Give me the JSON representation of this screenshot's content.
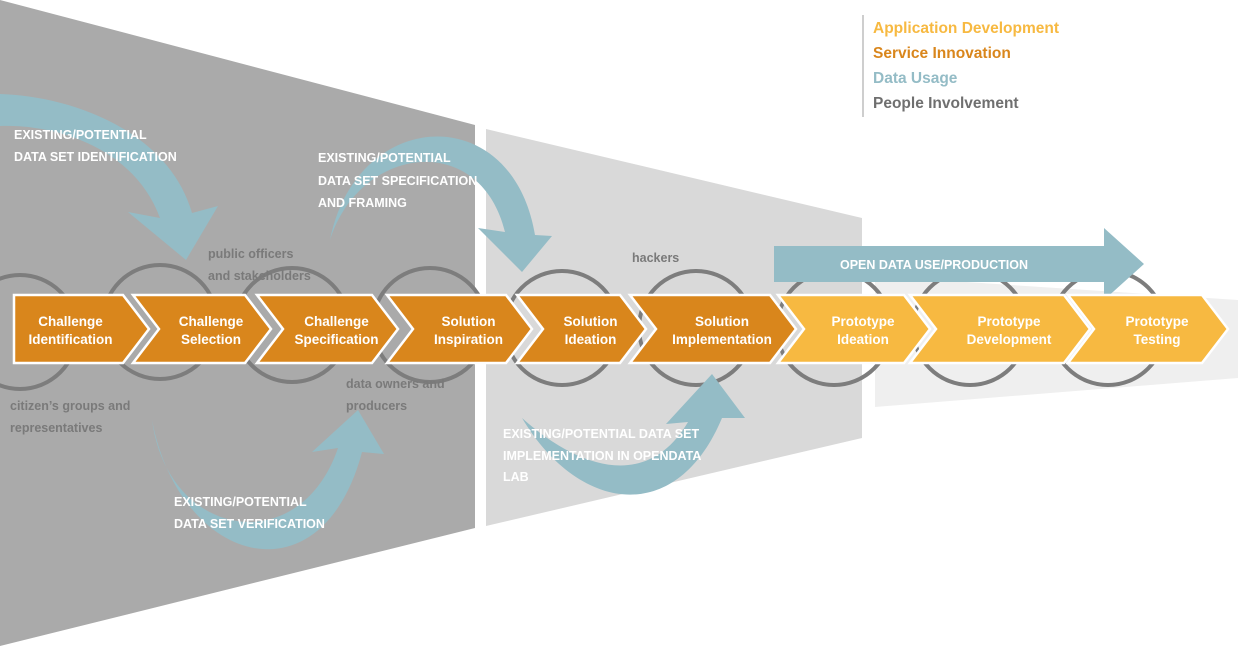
{
  "colors": {
    "app_dev": "#f7b941",
    "service": "#d9861c",
    "data": "#94bcc6",
    "people": "#6f6f6f",
    "funnel_dark": "#aaaaaa",
    "funnel_mid": "#d9d9d9",
    "funnel_light": "#efefef",
    "ring": "#7d7d7d"
  },
  "legend": [
    {
      "label": "Application Development",
      "color": "#f7b941"
    },
    {
      "label": "Service Innovation",
      "color": "#d9861c"
    },
    {
      "label": "Data Usage",
      "color": "#94bcc6"
    },
    {
      "label": "People Involvement",
      "color": "#6f6f6f"
    }
  ],
  "steps": [
    {
      "lines": [
        "Challenge",
        "Identification"
      ],
      "phase": "service"
    },
    {
      "lines": [
        "Challenge",
        "Selection"
      ],
      "phase": "service"
    },
    {
      "lines": [
        "Challenge",
        "Specification"
      ],
      "phase": "service"
    },
    {
      "lines": [
        "Solution",
        "Inspiration"
      ],
      "phase": "service"
    },
    {
      "lines": [
        "Solution",
        "Ideation"
      ],
      "phase": "service"
    },
    {
      "lines": [
        "Solution",
        "Implementation"
      ],
      "phase": "service"
    },
    {
      "lines": [
        "Prototype",
        "Ideation"
      ],
      "phase": "app"
    },
    {
      "lines": [
        "Prototype",
        "Development"
      ],
      "phase": "app"
    },
    {
      "lines": [
        "Prototype",
        "Testing"
      ],
      "phase": "app"
    }
  ],
  "data_actions": {
    "identification": [
      "EXISTING/POTENTIAL",
      "DATA SET IDENTIFICATION"
    ],
    "specification": [
      "EXISTING/POTENTIAL",
      "DATA SET SPECIFICATION",
      "AND FRAMING"
    ],
    "verification": [
      "EXISTING/POTENTIAL",
      "DATA SET VERIFICATION"
    ],
    "implementation": [
      "EXISTING/POTENTIAL DATA SET",
      "IMPLEMENTATION IN OPENDATA",
      "LAB"
    ],
    "open_data": "OPEN DATA USE/PRODUCTION"
  },
  "actors": {
    "public_officers": [
      "public officers",
      "and stakeholders"
    ],
    "citizens": [
      "citizen’s groups and",
      "representatives"
    ],
    "data_owners": [
      "data owners and",
      "producers"
    ],
    "hackers": [
      "hackers"
    ]
  }
}
